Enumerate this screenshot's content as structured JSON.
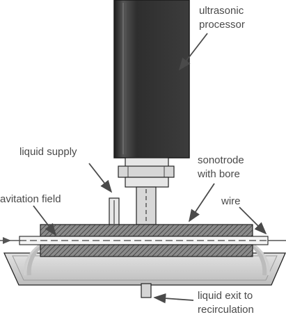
{
  "diagram": {
    "labels": {
      "processor_line1": "ultrasonic",
      "processor_line2": "processor",
      "liquid_supply": "liquid supply",
      "sonotrode_line1": "sonotrode",
      "sonotrode_line2": "with bore",
      "cavitation_field": "avitation field",
      "wire": "wire",
      "exit_line1": "liquid exit to",
      "exit_line2": "recirculation"
    },
    "colors": {
      "processor_body": "#3a3a3a",
      "processor_edge": "#1a1a1a",
      "hatch_fill": "#7a7a7a",
      "tray_fill": "#d2d2d2",
      "stroke": "#1f1f1f",
      "text": "#4a4a4a"
    }
  }
}
